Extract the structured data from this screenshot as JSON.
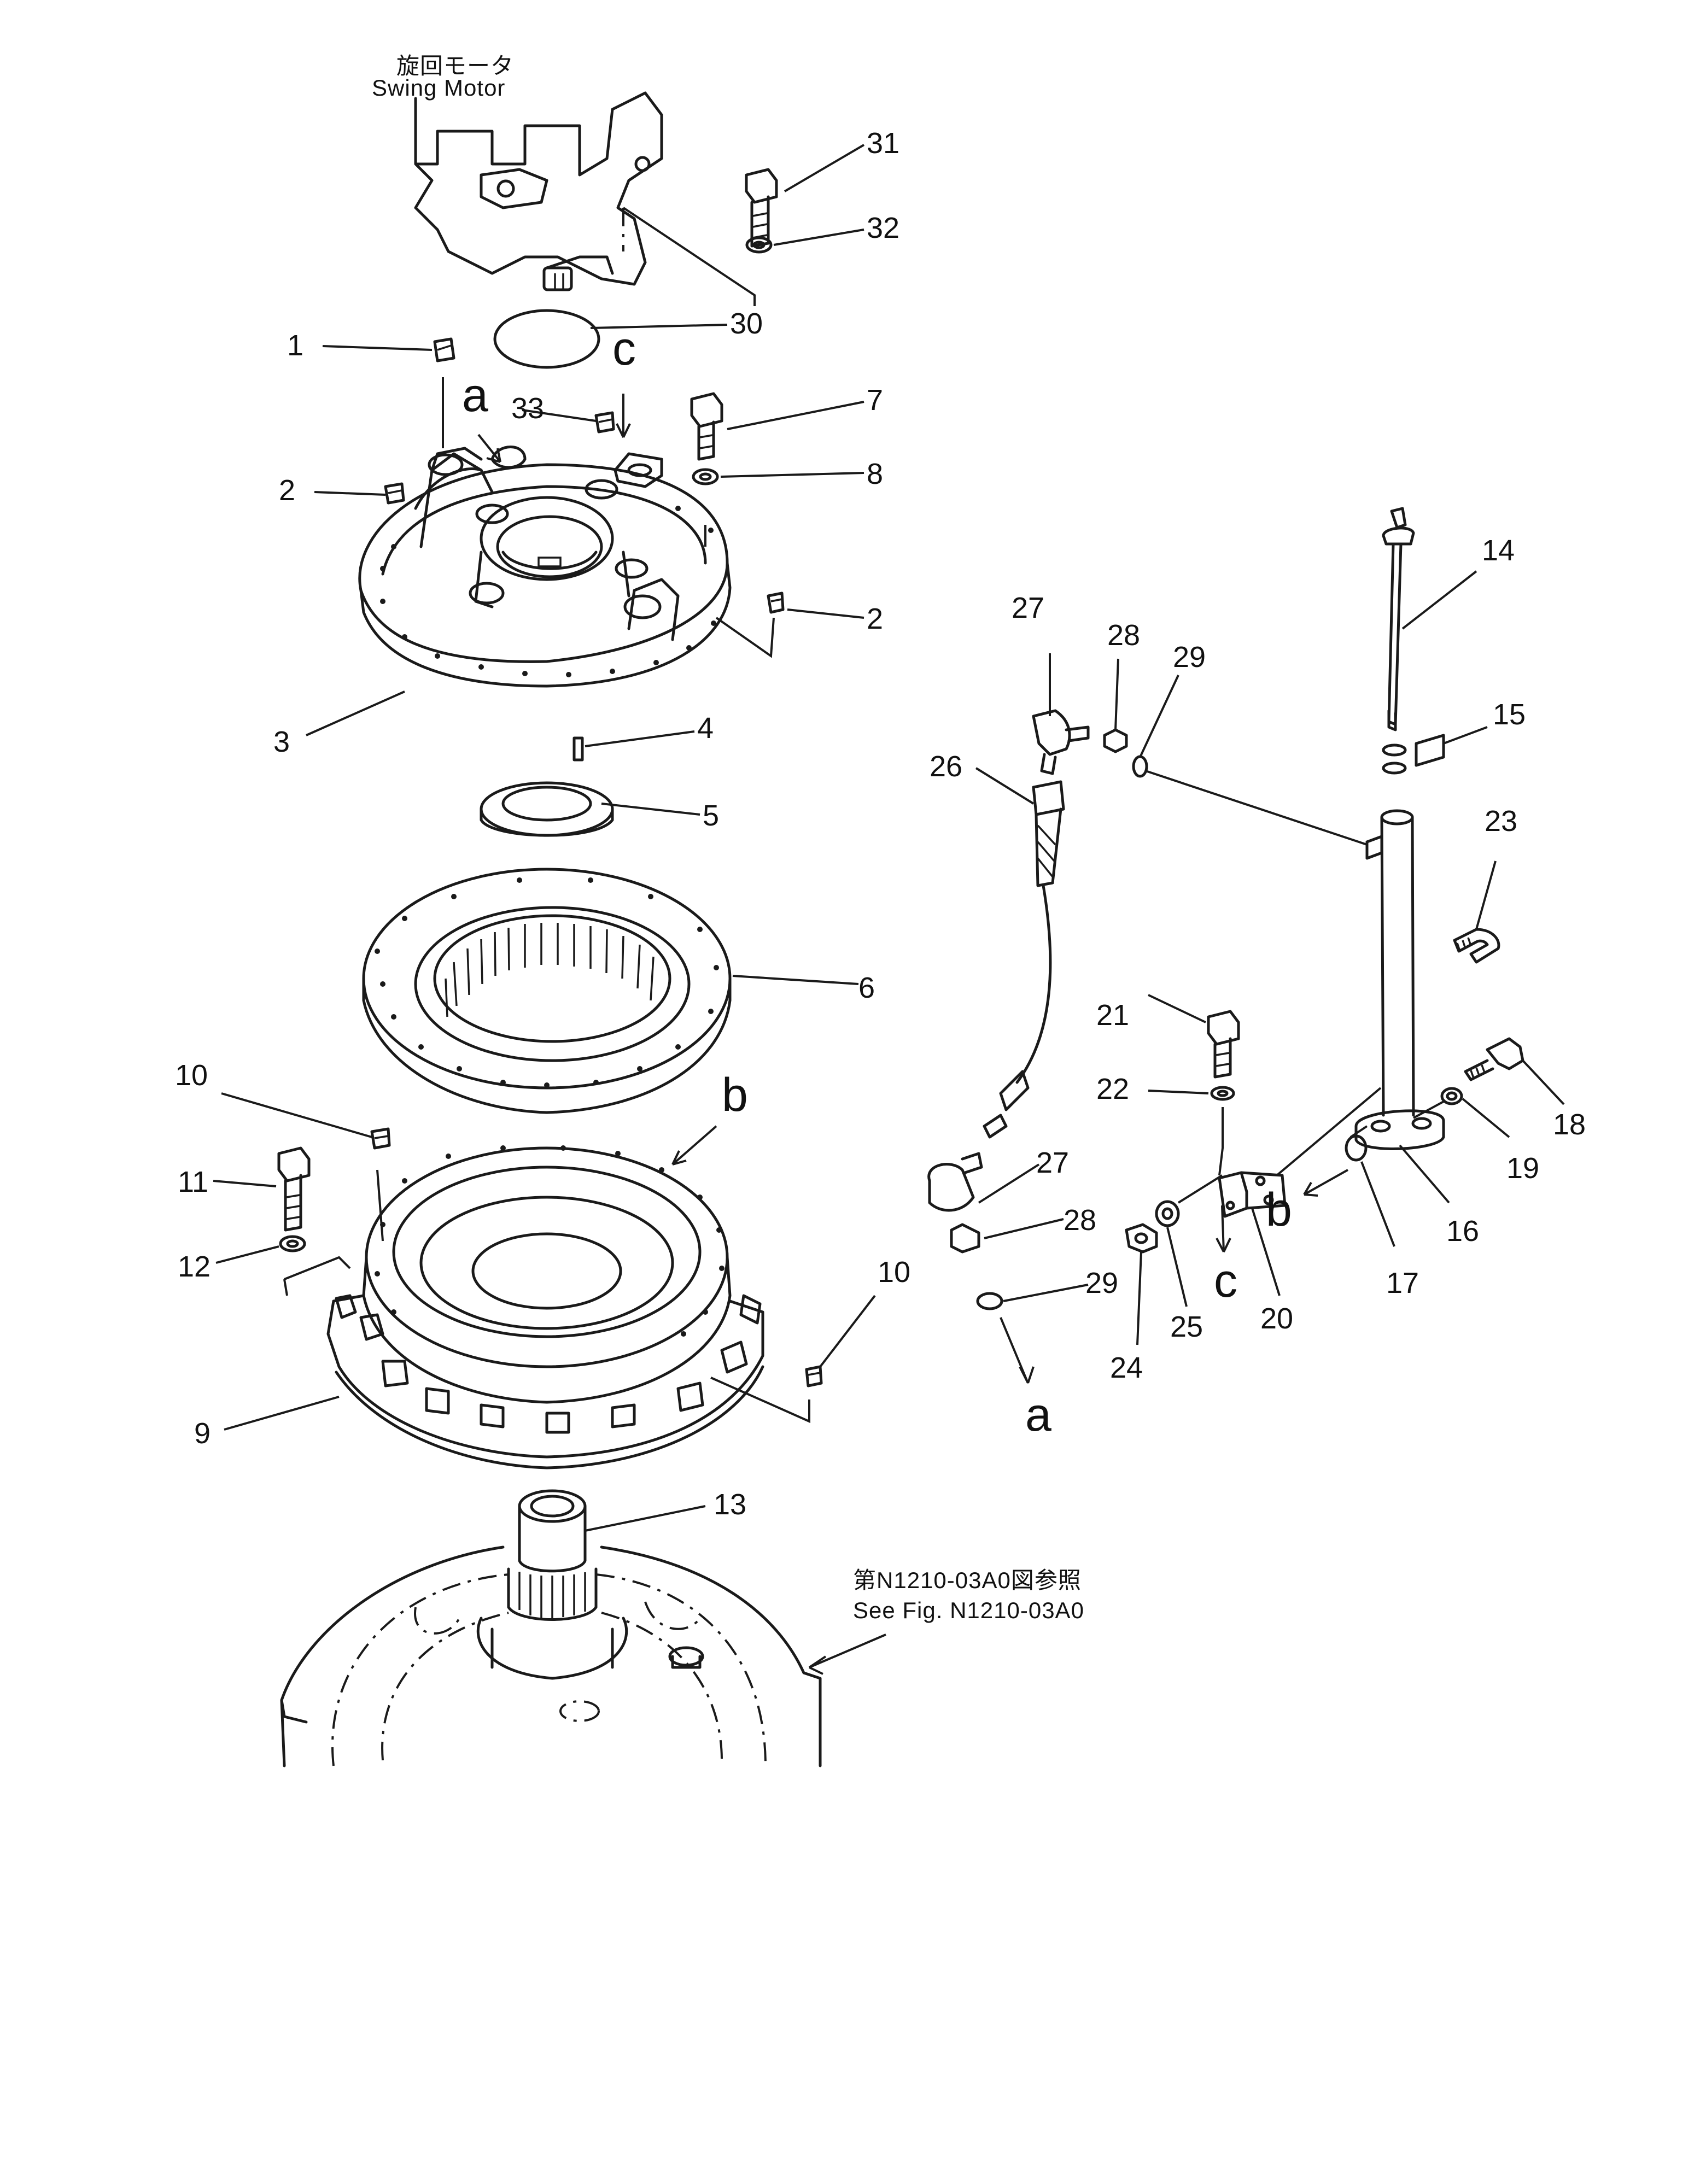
{
  "header": {
    "motor_label_jp": "旋回モータ",
    "motor_label_en": "Swing Motor"
  },
  "footer_note": {
    "ref_jp": "第N1210-03A0図参照",
    "ref_en": "See  Fig. N1210-03A0"
  },
  "callouts": {
    "p1": "1",
    "p2a": "2",
    "p2b": "2",
    "p3": "3",
    "p4": "4",
    "p5": "5",
    "p6": "6",
    "p7": "7",
    "p8": "8",
    "p9": "9",
    "p10a": "10",
    "p10b": "10",
    "p11": "11",
    "p12": "12",
    "p13": "13",
    "p14": "14",
    "p15": "15",
    "p16": "16",
    "p17": "17",
    "p18": "18",
    "p19": "19",
    "p20": "20",
    "p21": "21",
    "p22": "22",
    "p23": "23",
    "p24": "24",
    "p25": "25",
    "p26": "26",
    "p27a": "27",
    "p27b": "27",
    "p28a": "28",
    "p28b": "28",
    "p29a": "29",
    "p29b": "29",
    "p30": "30",
    "p31": "31",
    "p32": "32",
    "p33": "33"
  },
  "refs": {
    "a_top": "a",
    "a_bottom": "a",
    "b_top": "b",
    "b_bottom": "b",
    "c_top": "c",
    "c_bottom": "c"
  }
}
